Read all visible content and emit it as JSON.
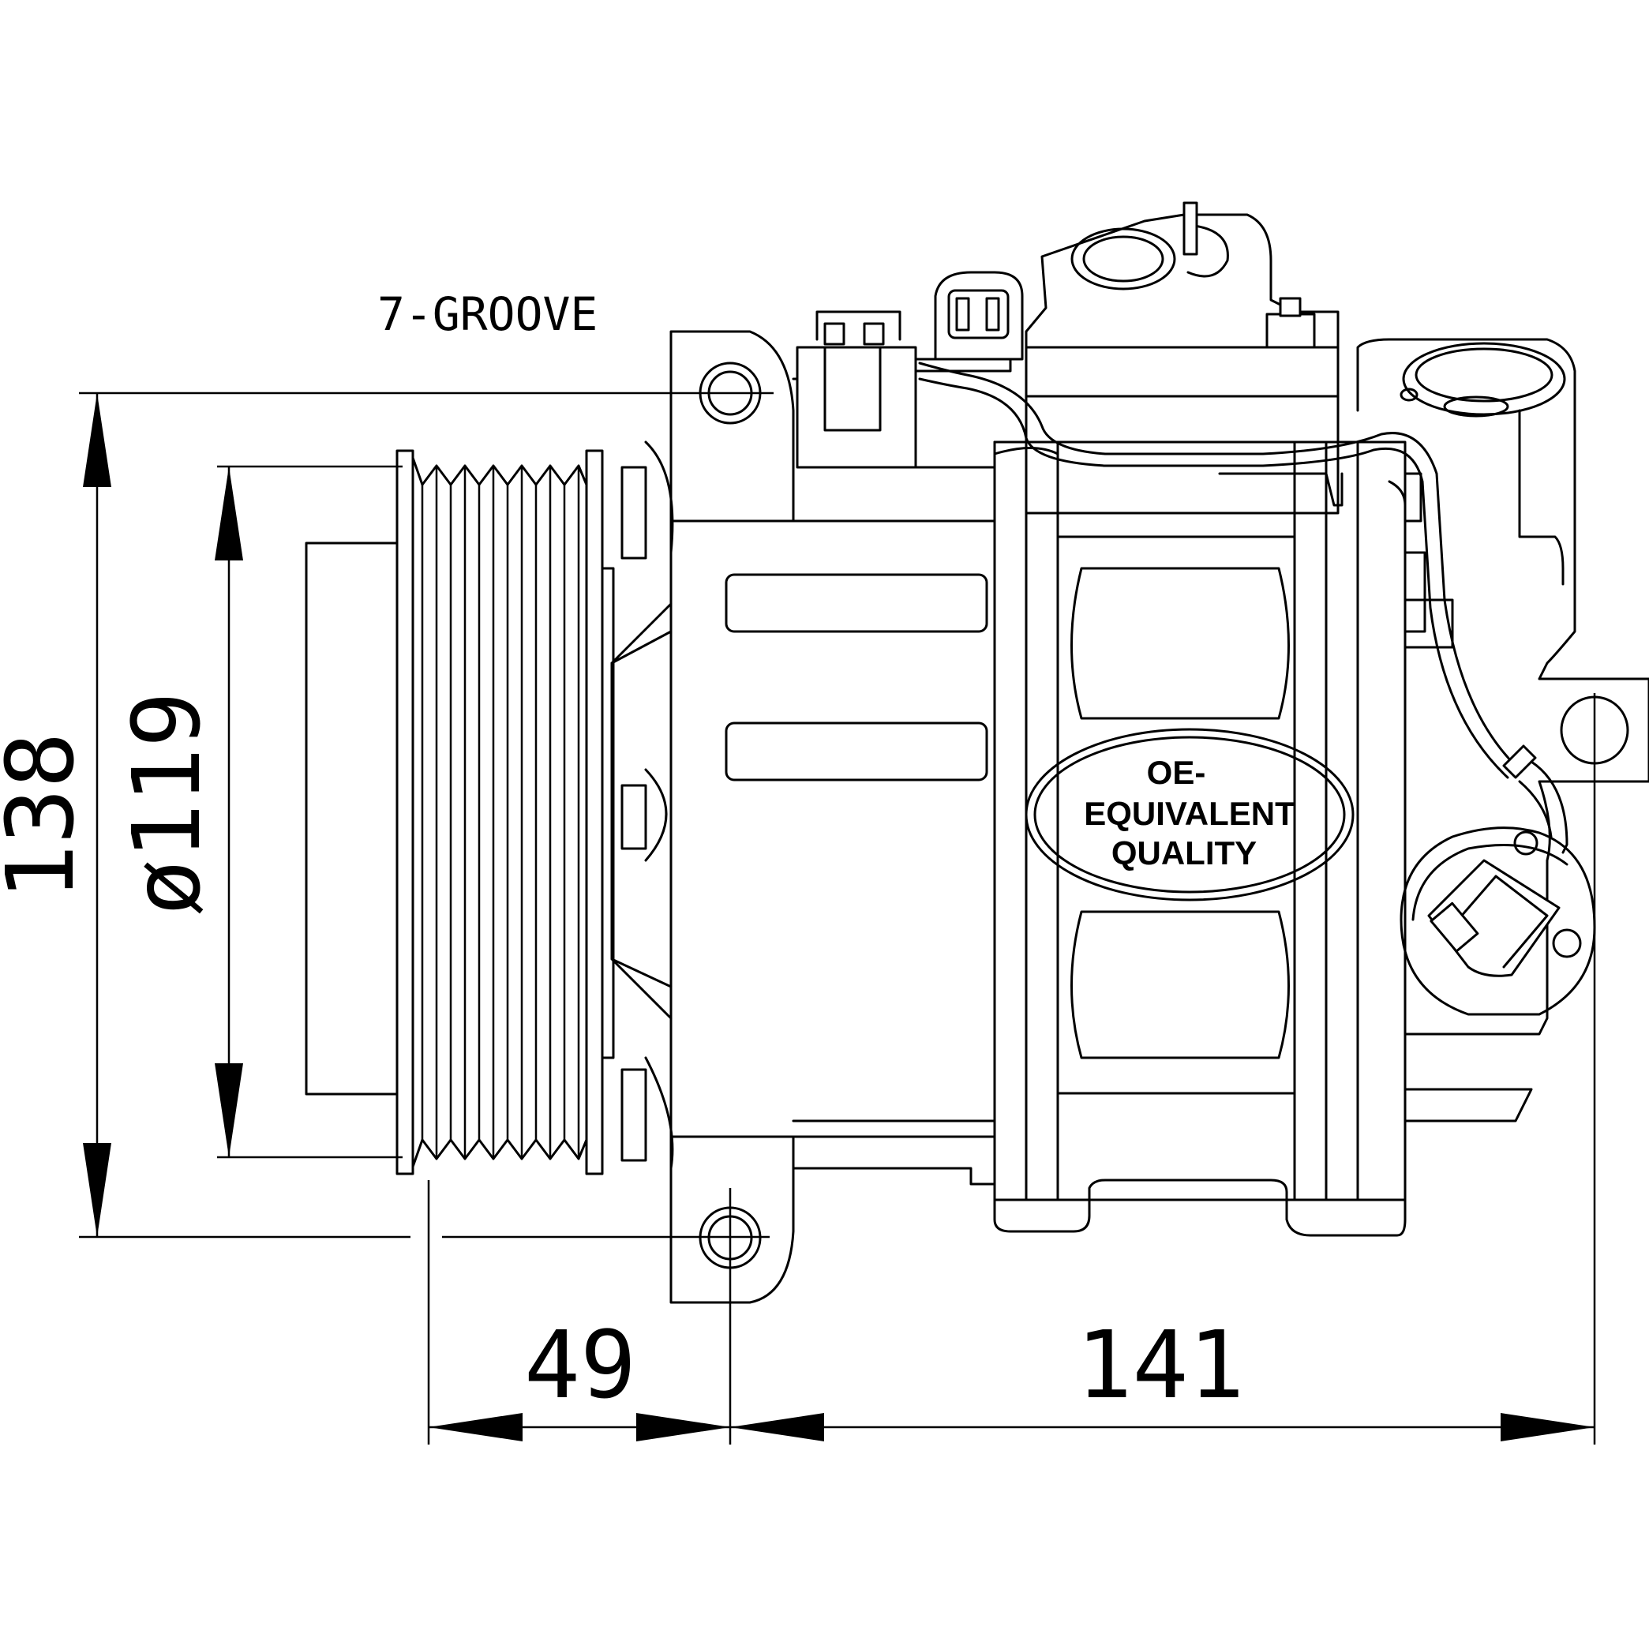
{
  "drawing": {
    "groove_label": "7-GROOVE",
    "seal": {
      "line1": "OE-",
      "line2": "EQUIVALENT",
      "line3": "QUALITY"
    },
    "dimensions": {
      "height": "138",
      "pulley_diameter": "ø119",
      "pulley_offset": "49",
      "body_length": "141"
    }
  }
}
